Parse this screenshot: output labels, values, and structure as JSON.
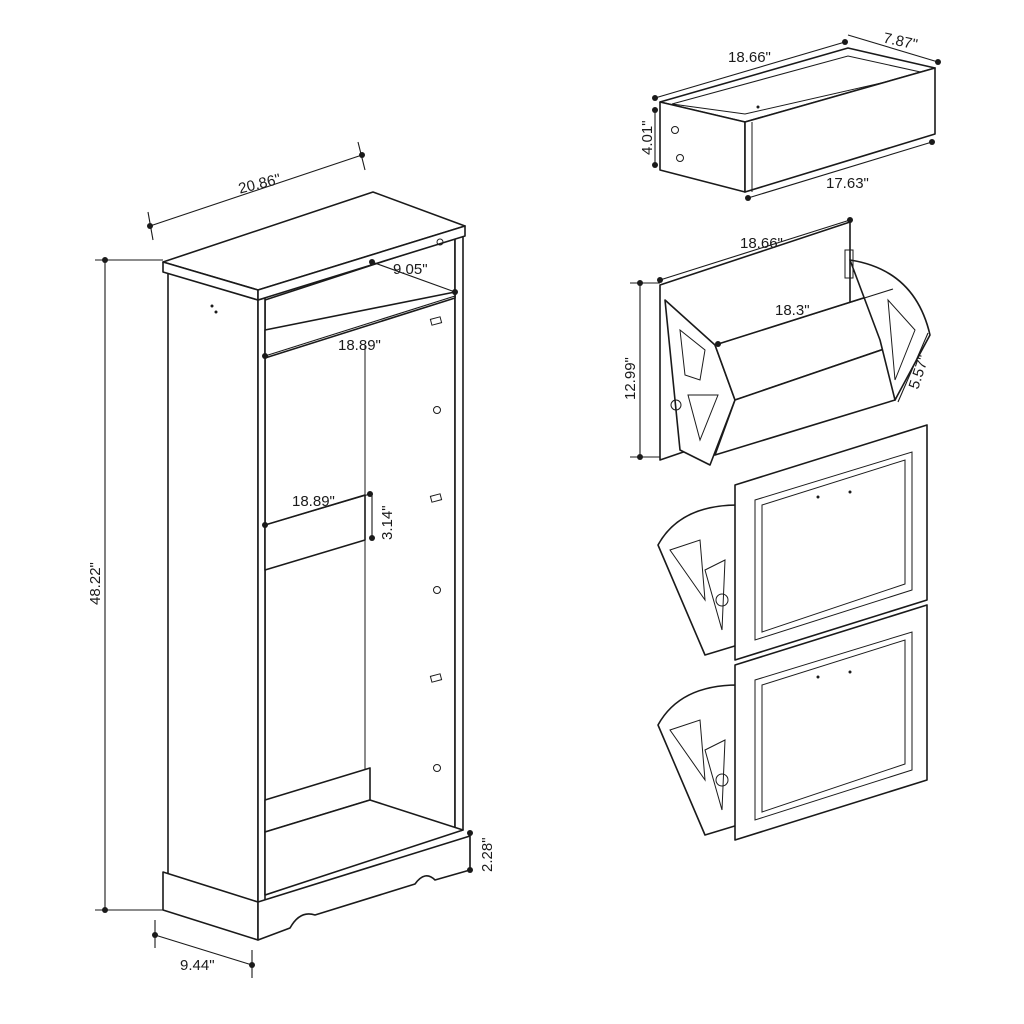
{
  "cabinet": {
    "width": "20.86\"",
    "top_shelf_depth": "9.05\"",
    "rod_width": "18.89\"",
    "rail_width": "18.89\"",
    "rail_height": "3.14\"",
    "height": "48.22\"",
    "base_height": "2.28\"",
    "depth": "9.44\""
  },
  "drawer": {
    "width": "18.66\"",
    "depth": "7.87\"",
    "height": "4.01\"",
    "inner_width": "17.63\""
  },
  "tilt_bin": {
    "width": "18.66\"",
    "inner_width": "18.3\"",
    "height": "12.99\"",
    "depth": "5.57\""
  }
}
